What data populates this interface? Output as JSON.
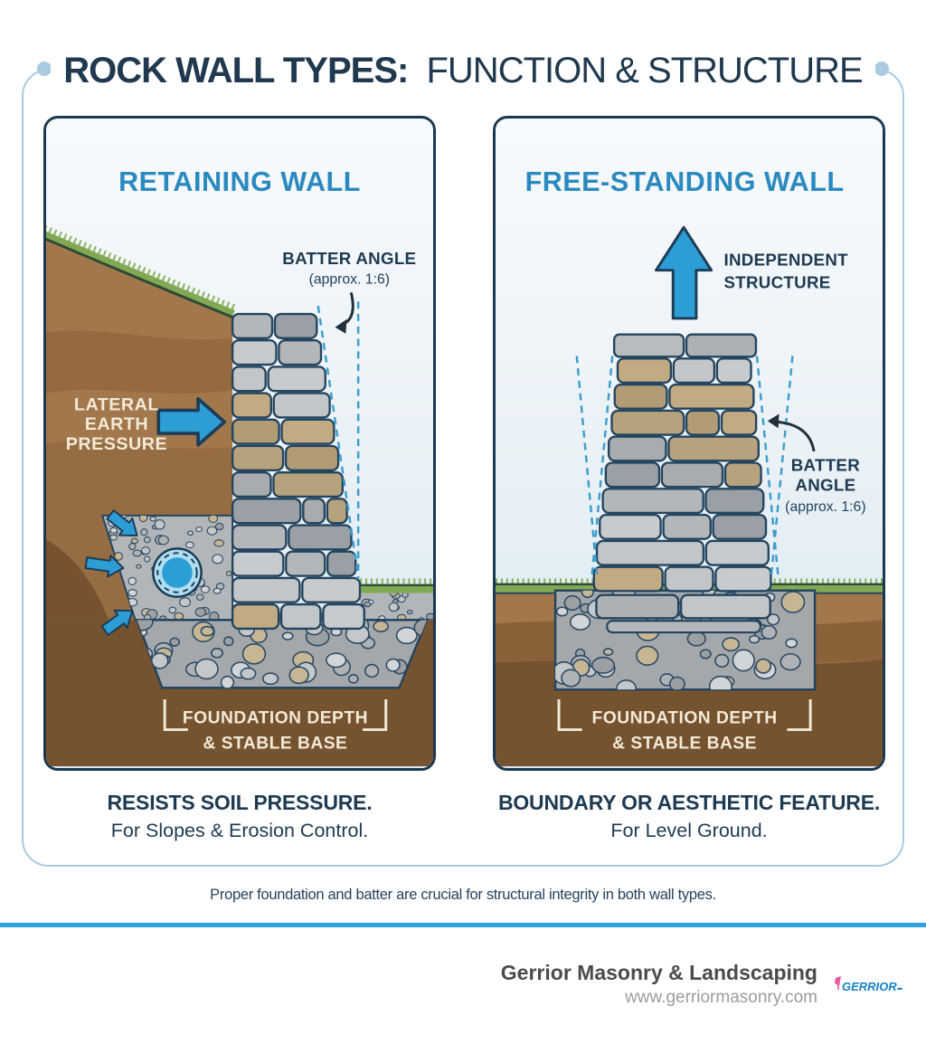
{
  "title": {
    "bold": "ROCK WALL TYPES:",
    "regular": "FUNCTION & STRUCTURE"
  },
  "panels": {
    "left": {
      "heading": "RETAINING WALL",
      "labels": {
        "batter_angle": "BATTER ANGLE",
        "batter_angle_sub": "(approx. 1:6)",
        "lateral_1": "LATERAL",
        "lateral_2": "EARTH",
        "lateral_3": "PRESSURE",
        "foundation_1": "FOUNDATION DEPTH",
        "foundation_2": "& STABLE BASE"
      },
      "caption_bold": "RESISTS SOIL PRESSURE.",
      "caption_regular": "For Slopes & Erosion Control."
    },
    "right": {
      "heading": "FREE-STANDING WALL",
      "labels": {
        "independent_1": "INDEPENDENT",
        "independent_2": "STRUCTURE",
        "batter_1": "BATTER",
        "batter_2": "ANGLE",
        "batter_sub": "(approx. 1:6)",
        "foundation_1": "FOUNDATION DEPTH",
        "foundation_2": "& STABLE BASE"
      },
      "caption_bold": "BOUNDARY OR AESTHETIC FEATURE.",
      "caption_regular": "For Level Ground."
    }
  },
  "note": "Proper foundation and batter are crucial for structural integrity in both wall types.",
  "footer": {
    "company": "Gerrior Masonry & Landscaping",
    "website": "www.gerriormasonry.com",
    "logo_text": "GERRIOR"
  },
  "colors": {
    "navy": "#1e3a52",
    "heading_blue": "#2a8ac0",
    "arrow_blue": "#2d9dd6",
    "frame_blue": "#a9cbdf",
    "divider_blue": "#2ba4dc",
    "cream_text": "#f2ead9",
    "soil_brown": "#a3774c",
    "grass_green": "#82a854",
    "logo_blue": "#1583c8",
    "logo_pink": "#e95ba0"
  }
}
